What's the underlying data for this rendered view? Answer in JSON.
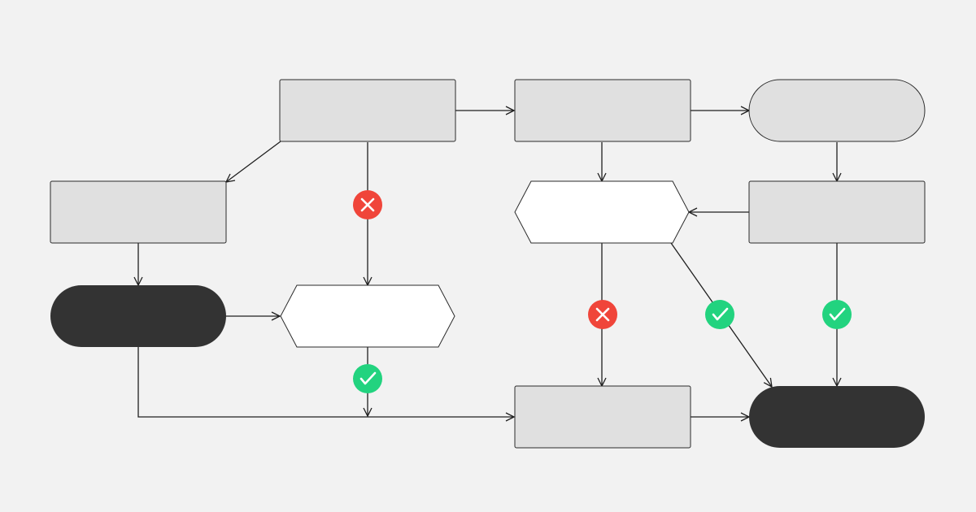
{
  "diagram": {
    "type": "flowchart",
    "colors": {
      "background": "#f2f2f2",
      "process_fill": "#e0e0e0",
      "decision_fill": "#ffffff",
      "terminal_dark_fill": "#333333",
      "outline": "#2b2b2b",
      "reject_badge": "#f0453a",
      "approve_badge": "#22d37f"
    },
    "nodes": [
      {
        "id": "n1",
        "shape": "rectangle",
        "label": ""
      },
      {
        "id": "n2",
        "shape": "rectangle",
        "label": ""
      },
      {
        "id": "n3",
        "shape": "rounded-terminal",
        "label": ""
      },
      {
        "id": "n4",
        "shape": "rectangle",
        "label": ""
      },
      {
        "id": "n5",
        "shape": "hexagon-decision",
        "label": ""
      },
      {
        "id": "n6",
        "shape": "rectangle",
        "label": ""
      },
      {
        "id": "n7",
        "shape": "dark-terminal",
        "label": ""
      },
      {
        "id": "n8",
        "shape": "hexagon-decision",
        "label": ""
      },
      {
        "id": "n9",
        "shape": "rectangle",
        "label": ""
      },
      {
        "id": "n10",
        "shape": "dark-terminal",
        "label": ""
      }
    ],
    "edges": [
      {
        "from": "n1",
        "to": "n2",
        "status": "none"
      },
      {
        "from": "n2",
        "to": "n3",
        "status": "none"
      },
      {
        "from": "n1",
        "to": "n4",
        "status": "none"
      },
      {
        "from": "n1",
        "to": "n8",
        "status": "rejected",
        "icon": "x-icon"
      },
      {
        "from": "n2",
        "to": "n5",
        "status": "none"
      },
      {
        "from": "n3",
        "to": "n6",
        "status": "none"
      },
      {
        "from": "n6",
        "to": "n5",
        "status": "none"
      },
      {
        "from": "n4",
        "to": "n7",
        "status": "none"
      },
      {
        "from": "n7",
        "to": "n8",
        "status": "none"
      },
      {
        "from": "n8",
        "to": "n7-n9-connector",
        "status": "approved",
        "icon": "check-icon"
      },
      {
        "from": "n7",
        "to": "n9",
        "status": "none"
      },
      {
        "from": "n5",
        "to": "n9",
        "status": "rejected",
        "icon": "x-icon"
      },
      {
        "from": "n5",
        "to": "n10",
        "status": "approved",
        "icon": "check-icon"
      },
      {
        "from": "n6",
        "to": "n10",
        "status": "approved",
        "icon": "check-icon"
      },
      {
        "from": "n9",
        "to": "n10",
        "status": "none"
      }
    ]
  }
}
